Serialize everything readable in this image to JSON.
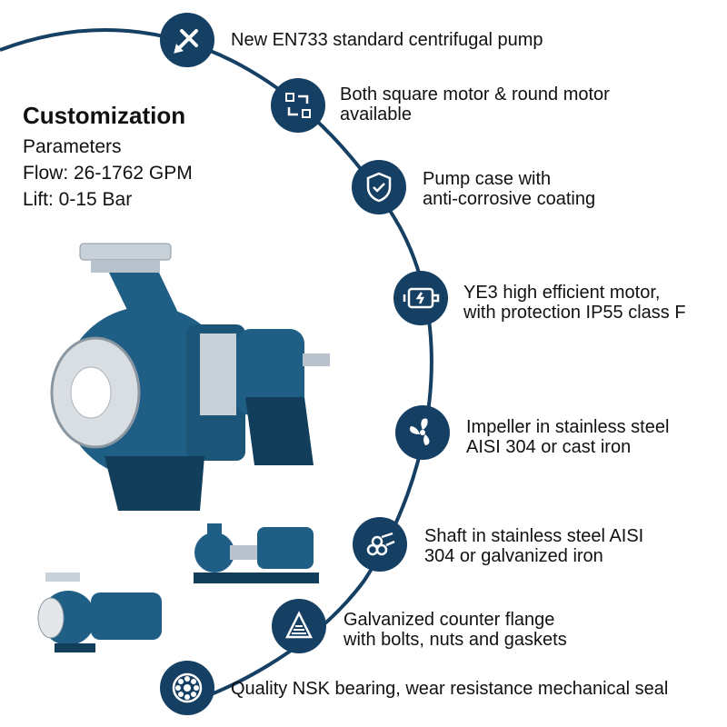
{
  "colors": {
    "accent": "#153f63",
    "pump_blue": "#1f5f86",
    "pump_dark": "#123e5c",
    "steel": "#c9d1d8"
  },
  "spec": {
    "title": "Customization",
    "lines": [
      "Parameters",
      "Flow: 26-1762 GPM",
      "Lift: 0-15 Bar"
    ]
  },
  "features": [
    {
      "icon": "wrench-screwdriver-icon",
      "lines": [
        "New EN733 standard centrifugal pump"
      ]
    },
    {
      "icon": "switch-arrows-icon",
      "lines": [
        "Both square motor & round motor",
        "available"
      ]
    },
    {
      "icon": "shield-check-icon",
      "lines": [
        "Pump case with",
        "anti-corrosive coating"
      ]
    },
    {
      "icon": "motor-icon",
      "lines": [
        "YE3 high efficient motor,",
        "with protection IP55 class F"
      ]
    },
    {
      "icon": "impeller-fan-icon",
      "lines": [
        "Impeller in stainless steel",
        "AISI 304 or cast iron"
      ]
    },
    {
      "icon": "shaft-bars-icon",
      "lines": [
        "Shaft in stainless steel AISI",
        "304 or galvanized iron"
      ]
    },
    {
      "icon": "flange-bolts-icon",
      "lines": [
        "Galvanized counter flange",
        "with bolts, nuts and gaskets"
      ]
    },
    {
      "icon": "bearing-icon",
      "lines": [
        "Quality NSK bearing, wear resistance mechanical seal"
      ]
    }
  ]
}
